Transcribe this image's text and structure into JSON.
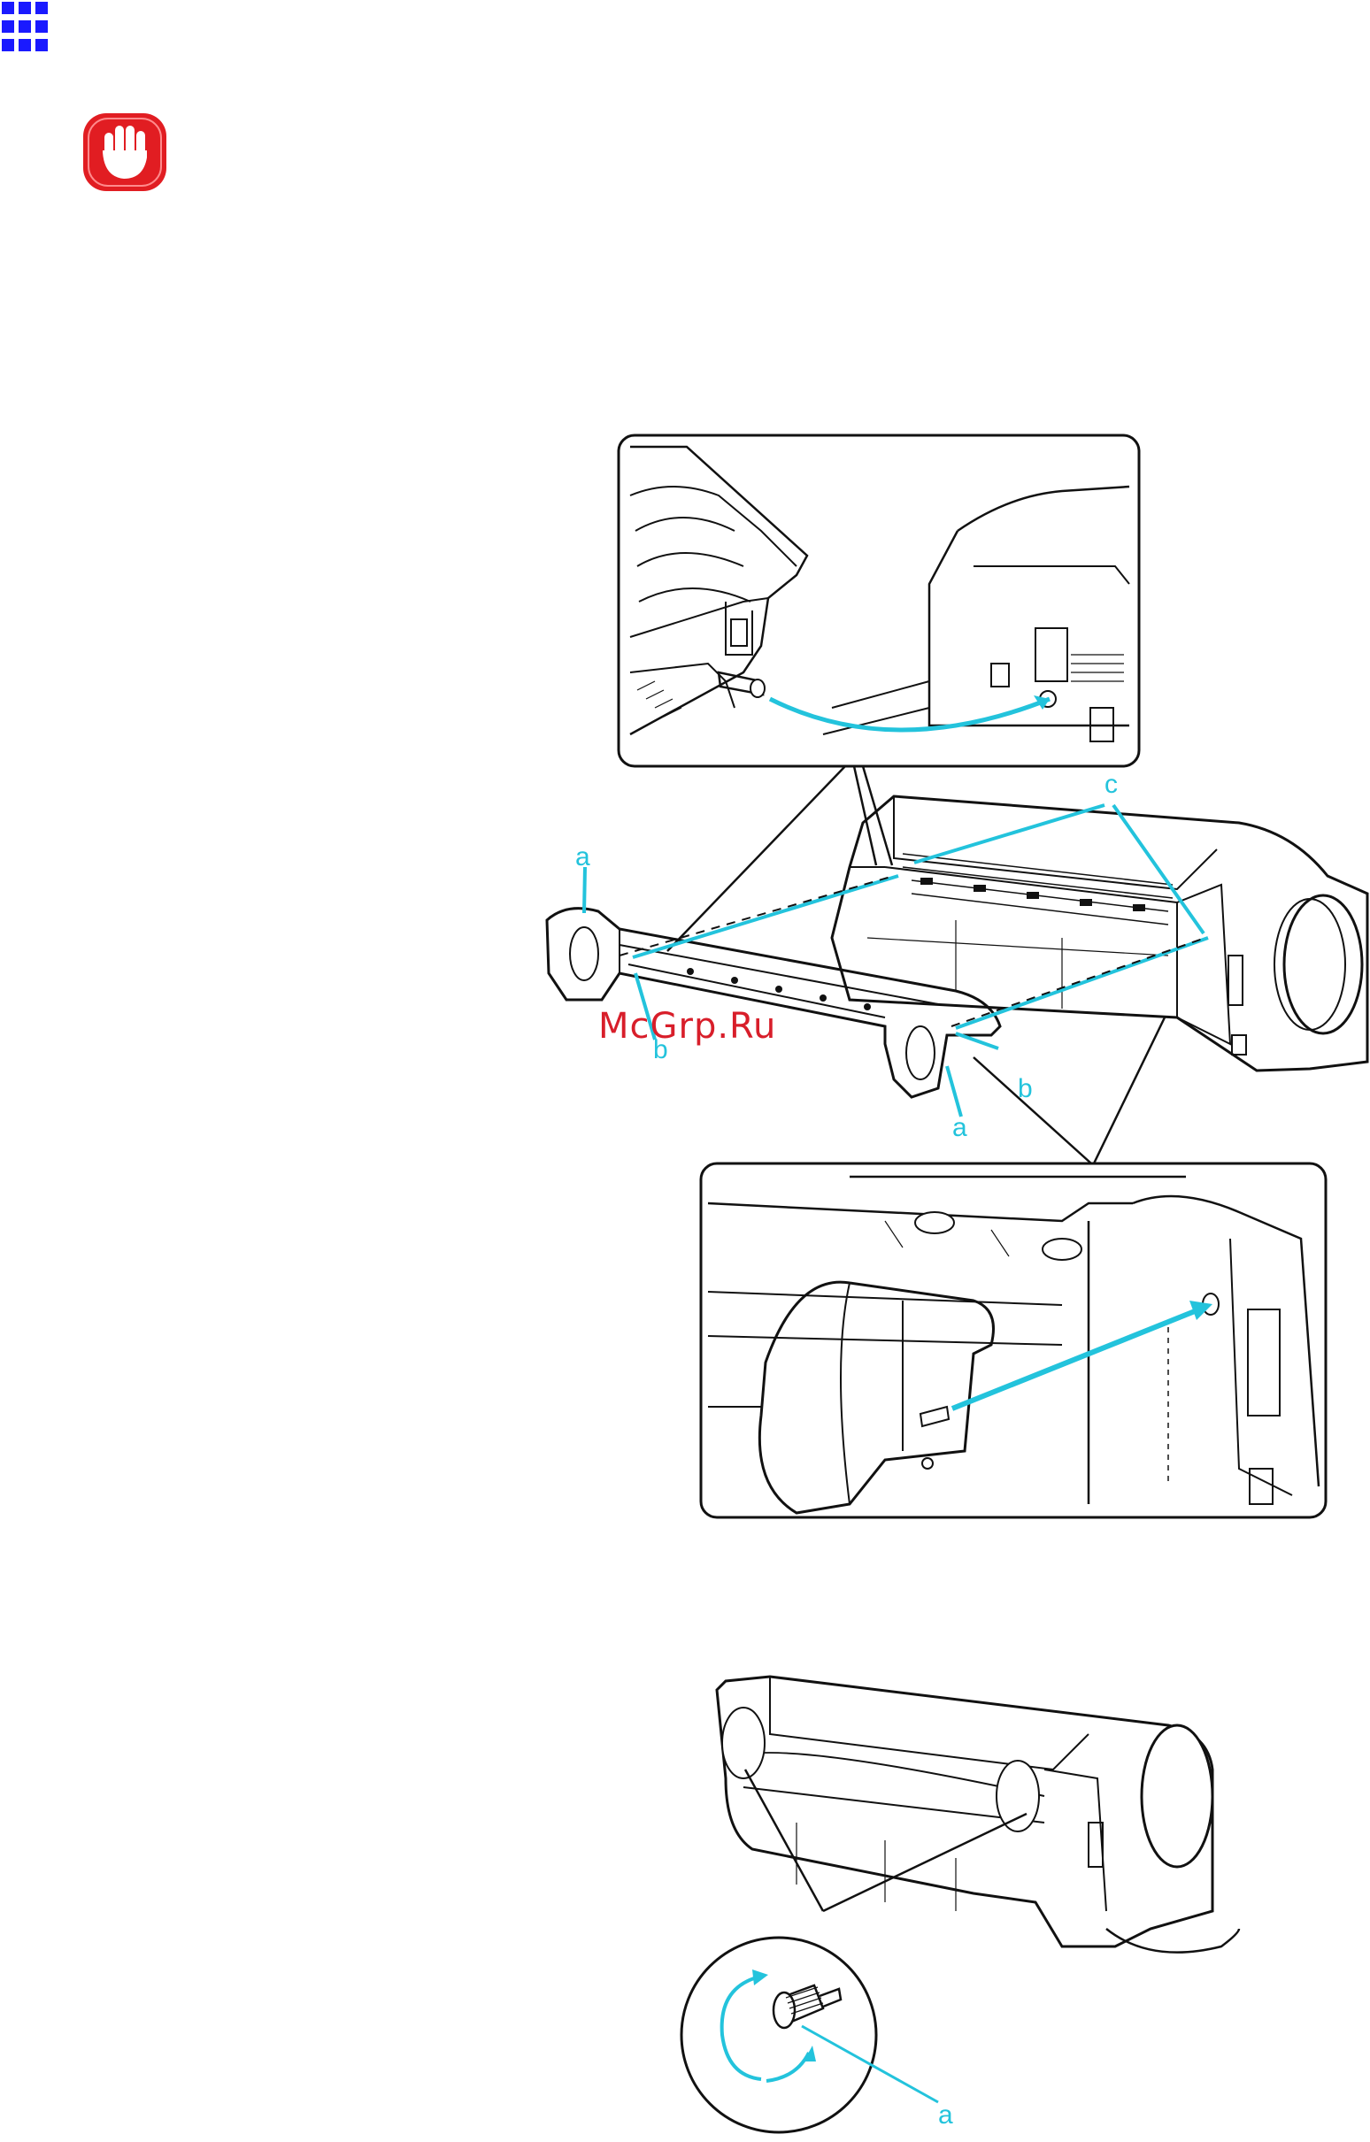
{
  "header": {
    "icon": "grid-menu-icon",
    "icon_color": "#1a1aff"
  },
  "caution": {
    "icon": "hand-stop-icon",
    "color": "#e11d22"
  },
  "figure1": {
    "labels": {
      "a_left": "a",
      "a_right": "a",
      "b_left": "b",
      "b_right": "b",
      "c": "c"
    }
  },
  "figure2": {
    "labels": {
      "a": "a"
    }
  },
  "watermark": "McGrp.Ru",
  "colors": {
    "callout_line": "#23c3dc",
    "watermark": "#d81e2a"
  }
}
